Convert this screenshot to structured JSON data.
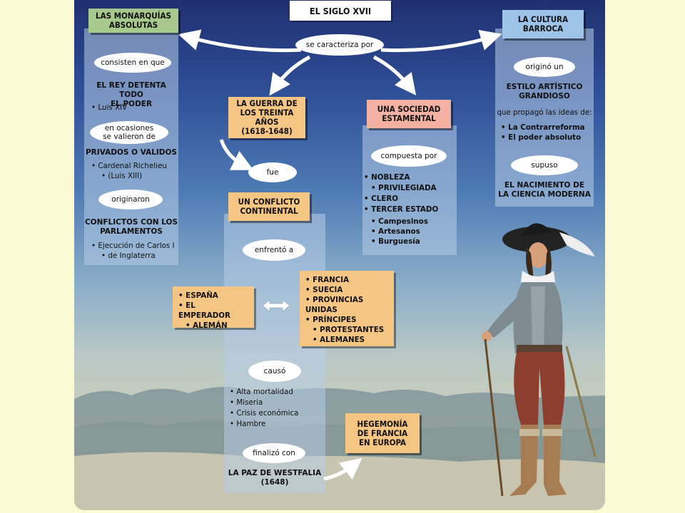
{
  "title": "EL SIGLO XVII",
  "center_link": "se caracteriza por",
  "left": {
    "header": "LAS MONARQUÍAS ABSOLUTAS",
    "link1": "consisten en que",
    "text1a": "EL REY DETENTA TODO",
    "text1b": "EL PODER",
    "bullets1": [
      "Luis XIV"
    ],
    "link2a": "en ocasiones",
    "link2b": "se valieron de",
    "text2": "PRIVADOS O VALIDOS",
    "bullets2a": "Cardenal Richelieu",
    "bullets2b": "(Luis XIII)",
    "link3": "originaron",
    "text3a": "CONFLICTOS CON LOS",
    "text3b": "PARLAMENTOS",
    "bullets3a": "Ejecución de Carlos I",
    "bullets3b": "de Inglaterra"
  },
  "middle": {
    "header_a": "LA GUERRA DE",
    "header_b": "LOS TREINTA AÑOS",
    "header_c": "(1618-1648)",
    "link1": "fue",
    "box_a": "UN CONFLICTO",
    "box_b": "CONTINENTAL",
    "link2": "enfrentó a",
    "side_left": [
      "ESPAÑA",
      "EL EMPERADOR",
      "ALEMÁN"
    ],
    "side_right": [
      "FRANCIA",
      "SUECIA",
      "PROVINCIAS UNIDAS",
      "PRÍNCIPES",
      "PROTESTANTES",
      "ALEMANES"
    ],
    "link3": "causó",
    "consequences": [
      "Alta mortalidad",
      "Miseria",
      "Crisis económica",
      "Hambre"
    ],
    "link4": "finalizó con",
    "end_a": "LA PAZ DE WESTFALIA",
    "end_b": "(1648)",
    "hegemony_a": "HEGEMONÍA",
    "hegemony_b": "DE FRANCIA",
    "hegemony_c": "EN EUROPA"
  },
  "society": {
    "header_a": "UNA SOCIEDAD",
    "header_b": "ESTAMENTAL",
    "link": "compuesta por",
    "estates": [
      "NOBLEZA",
      "PRIVILEGIADA",
      "CLERO",
      "TERCER ESTADO"
    ],
    "third_estate": [
      "Campesinos",
      "Artesanos",
      "Burguesía"
    ]
  },
  "right": {
    "header_a": "LA CULTURA",
    "header_b": "BARROCA",
    "link1": "originó un",
    "text1a": "ESTILO ARTÍSTICO",
    "text1b": "GRANDIOSO",
    "link2": "que propagó las ideas de:",
    "ideas": [
      "La Contrarreforma",
      "El poder absoluto"
    ],
    "link3": "supuso",
    "text2a": "EL NACIMIENTO DE",
    "text2b": "LA CIENCIA MODERNA"
  },
  "colors": {
    "green": "#a8c98d",
    "orange": "#f4c583",
    "salmon": "#f5b1a2",
    "blue": "#9ec3e8",
    "page": "#fdfbd3"
  },
  "icons": [
    "double-arrow-icon",
    "cavalier-illustration"
  ]
}
